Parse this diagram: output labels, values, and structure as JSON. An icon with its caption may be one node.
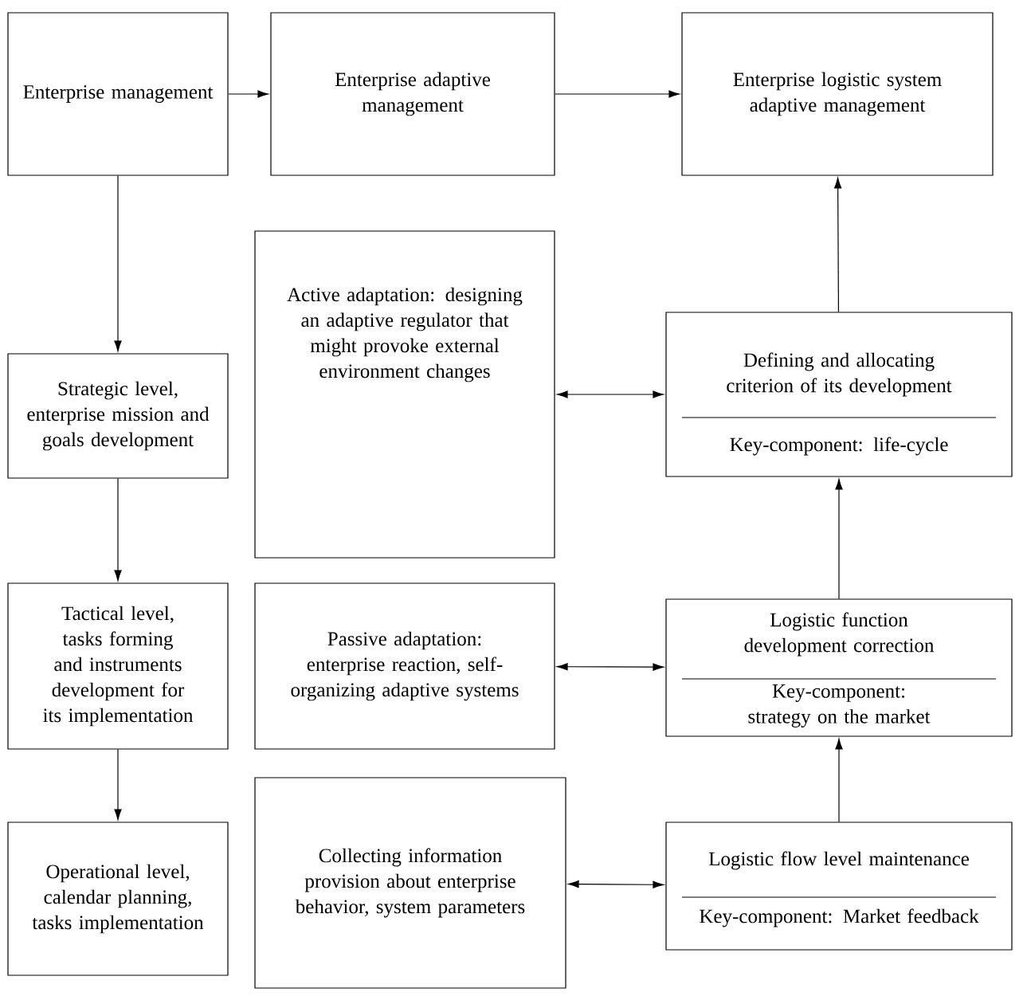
{
  "diagram": {
    "nodes": [
      {
        "text": [
          "Enterprise management"
        ]
      },
      {
        "text": [
          "Enterprise adaptive management"
        ]
      },
      {
        "text": [
          "Enterprise logistic system adaptive management"
        ]
      },
      {
        "text": [
          "Strategic level, enterprise mission and goals development"
        ]
      },
      {
        "text": [
          "Tactical level, tasks forming and instruments development for its implementation"
        ]
      },
      {
        "text": [
          "Operational level, calendar planning, tasks implementation"
        ]
      },
      {
        "text": [
          "Active adaptation: designing an adaptive regulator that might provoke external environment changes"
        ]
      },
      {
        "text": [
          "Passive adaptation: enterprise reaction, self-organizing adaptive systems"
        ]
      },
      {
        "text": [
          "Collecting information provision about enterprise behavior, system parameters"
        ]
      },
      {
        "text": [
          "Defining and allocating  criterion of its development",
          "Key-component: life-cycle"
        ]
      },
      {
        "text": [
          "Logistic function development correction",
          "Key-component: strategy on the market"
        ]
      },
      {
        "text": [
          "Logistic flow level maintenance",
          "Key-component: Market feedback"
        ]
      }
    ],
    "edges": [
      {
        "from": 0,
        "to": 1,
        "arrow": "to"
      },
      {
        "from": 1,
        "to": 2,
        "arrow": "to"
      },
      {
        "from": 0,
        "to": 3,
        "arrow": "to"
      },
      {
        "from": 3,
        "to": 4,
        "arrow": "to"
      },
      {
        "from": 4,
        "to": 5,
        "arrow": "to"
      },
      {
        "from": 9,
        "to": 2,
        "arrow": "to"
      },
      {
        "from": 10,
        "to": 9,
        "arrow": "to"
      },
      {
        "from": 11,
        "to": 10,
        "arrow": "to"
      },
      {
        "from": 6,
        "to": 9,
        "arrow": "both"
      },
      {
        "from": 7,
        "to": 10,
        "arrow": "both"
      },
      {
        "from": 8,
        "to": 11,
        "arrow": "both"
      }
    ]
  }
}
